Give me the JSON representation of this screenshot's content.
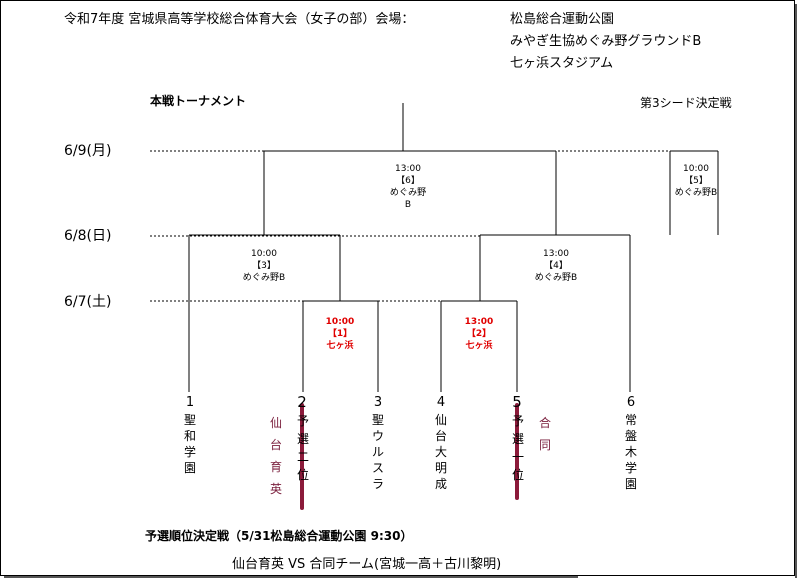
{
  "header": {
    "title": "令和7年度 宮城県高等学校総合体育大会（女子の部）会場：",
    "venues": [
      "松島総合運動公園",
      "みやぎ生協めぐみ野グラウンドB",
      "七ヶ浜スタジアム"
    ]
  },
  "labels": {
    "main_tournament": "本戦トーナメント",
    "third_seed": "第3シード決定戦"
  },
  "dates": [
    "6/9(月)",
    "6/8(日)",
    "6/7(土)"
  ],
  "matches": {
    "m6": {
      "time": "13:00",
      "no": "【6】",
      "venue1": "めぐみ野",
      "venue2": "B"
    },
    "m5": {
      "time": "10:00",
      "no": "【5】",
      "venue": "めぐみ野B"
    },
    "m3": {
      "time": "10:00",
      "no": "【3】",
      "venue": "めぐみ野B"
    },
    "m4": {
      "time": "13:00",
      "no": "【4】",
      "venue": "めぐみ野B"
    },
    "m1": {
      "time": "10:00",
      "no": "【1】",
      "venue": "七ヶ浜"
    },
    "m2": {
      "time": "13:00",
      "no": "【2】",
      "venue": "七ヶ浜"
    }
  },
  "teams": [
    {
      "num": "1",
      "name": "聖和学園"
    },
    {
      "num": "2",
      "name": "予選二位"
    },
    {
      "num": "3",
      "name": "聖ウルスラ"
    },
    {
      "num": "4",
      "name": "仙台大明成"
    },
    {
      "num": "5",
      "name": "予選一位"
    },
    {
      "num": "6",
      "name": "常盤木学園"
    }
  ],
  "side_notes": {
    "left": "仙台育英",
    "right": "合同"
  },
  "footer": {
    "qualifier_title": "予選順位決定戦（5/31松島総合運動公園 9:30）",
    "qualifier_match": "仙台育英  VS  合同チーム(宮城一高＋古川黎明)"
  },
  "colors": {
    "red": "#e00000",
    "strike": "#8b1a3a",
    "note": "#7a1f3d"
  }
}
